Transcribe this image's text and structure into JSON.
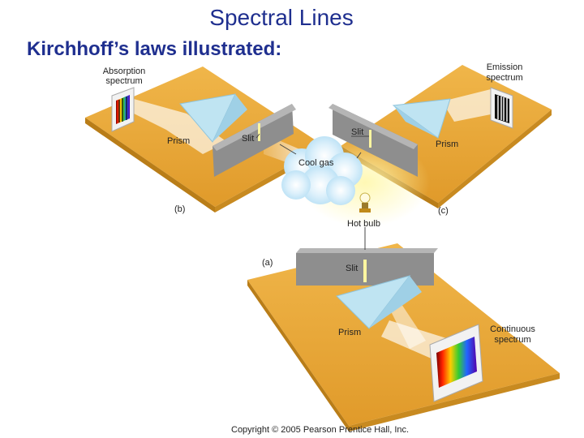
{
  "title": "Spectral Lines",
  "subtitle": "Kirchhoff’s laws illustrated:",
  "labels": {
    "absorption_1": "Absorption",
    "absorption_2": "spectrum",
    "emission_1": "Emission",
    "emission_2": "spectrum",
    "continuous_1": "Continuous",
    "continuous_2": "spectrum",
    "prism_b": "Prism",
    "slit_b": "Slit",
    "slit_c": "Slit",
    "prism_c": "Prism",
    "cool_gas": "Cool gas",
    "hot_bulb": "Hot bulb",
    "panel_a": "(a)",
    "panel_b": "(b)",
    "panel_c": "(c)",
    "slit_a": "Slit",
    "prism_a": "Prism"
  },
  "copyright": "Copyright © 2005 Pearson Prentice Hall, Inc.",
  "colors": {
    "title": "#1f2f8f",
    "table_top": "#e8a93a",
    "table_edge": "#c48a22",
    "slit_board": "#9a9a9a",
    "prism": "#bfe4f2",
    "gas_cloud": "#cfeaf8"
  }
}
